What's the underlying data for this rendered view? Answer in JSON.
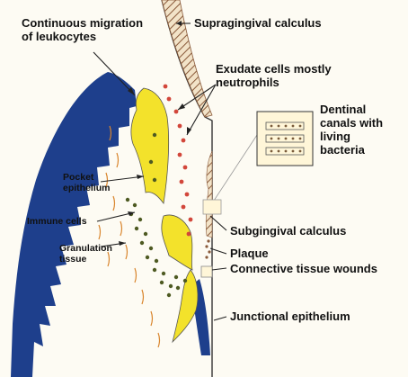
{
  "labels": {
    "continuous_migration": [
      "Continuous migration",
      "of leukocytes"
    ],
    "supragingival_calculus": "Supragingival calculus",
    "exudate_cells": [
      "Exudate cells mostly",
      "neutrophils"
    ],
    "dentinal_canals": [
      "Dentinal",
      "canals with",
      "living",
      "bacteria"
    ],
    "pocket_epithelium": [
      "Pocket",
      "epithelium"
    ],
    "immune_cells": "Immune cells",
    "granulation_tissue": [
      "Granulation",
      "tissue"
    ],
    "subgingival_calculus": "Subgingival calculus",
    "plaque": "Plaque",
    "connective_tissue_wounds": "Connective tissue wounds",
    "junctional_epithelium": "Junctional epithelium"
  },
  "colors": {
    "background": "#fdfbf3",
    "gingiva_blue": "#1e3f8c",
    "pocket_epithelium_yellow": "#f3e22b",
    "exudate_red": "#d2463a",
    "immune_cell_green": "#4e5a22",
    "granulation_orange": "#d9862e",
    "calculus_brown": "#8a5a3a",
    "tooth_line": "#333333"
  }
}
